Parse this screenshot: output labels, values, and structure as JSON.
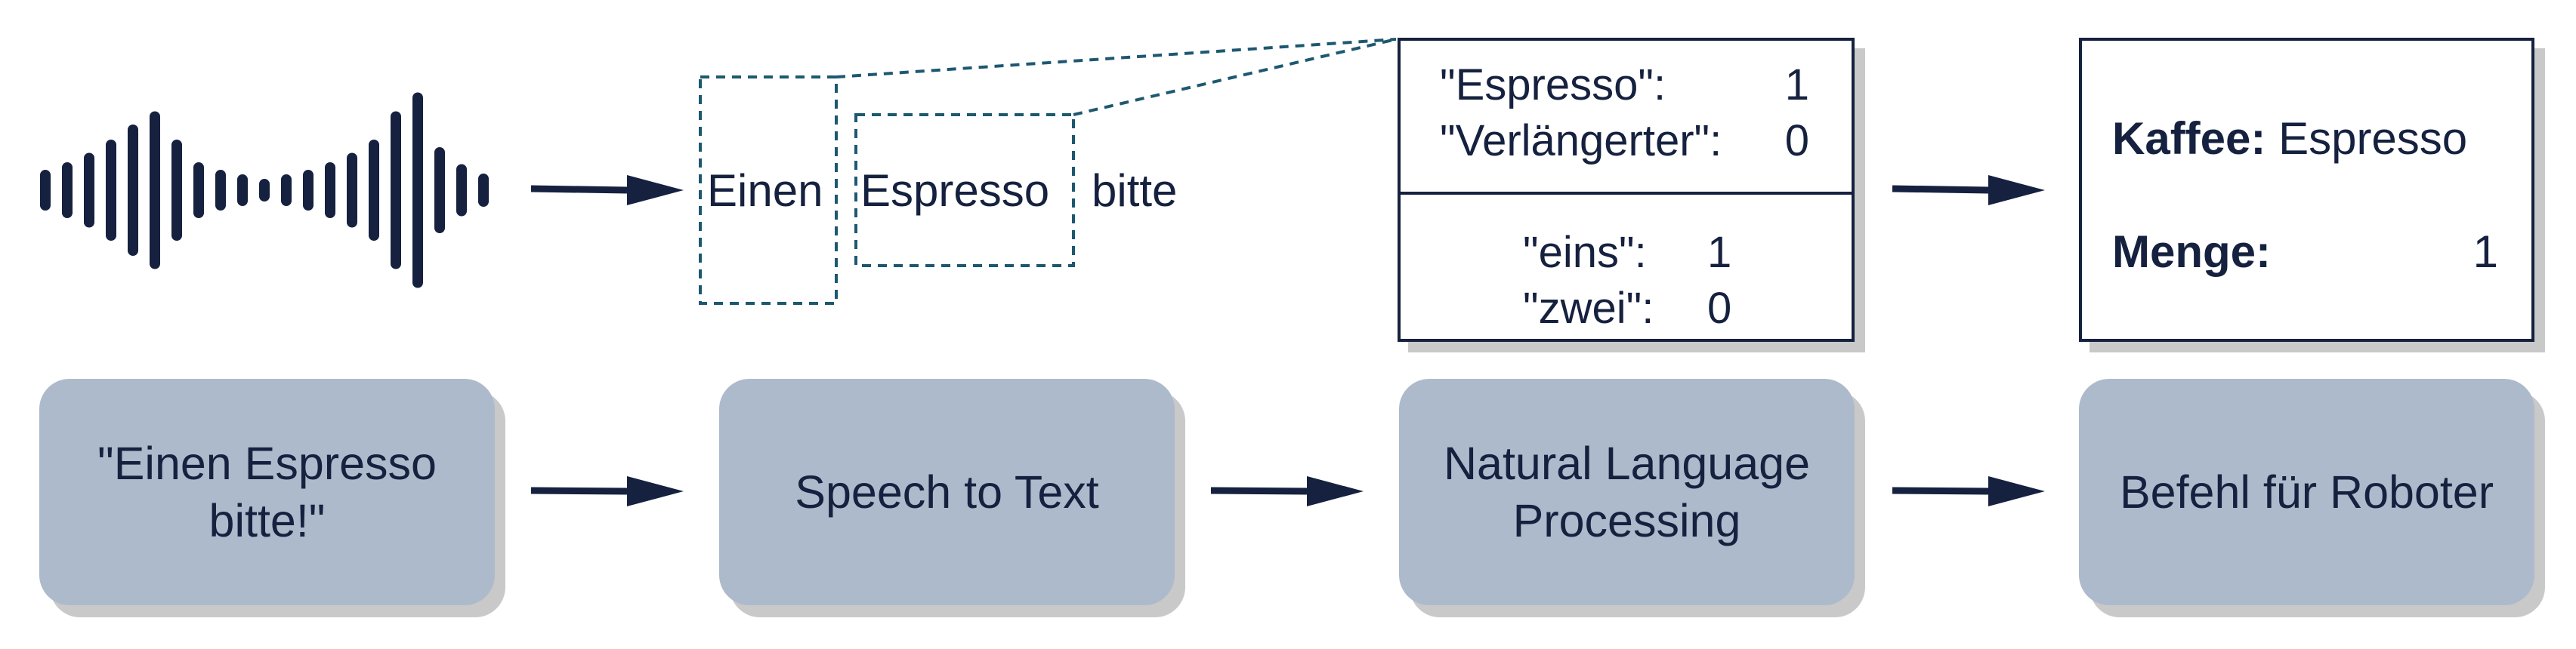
{
  "pipeline": [
    {
      "label": "\"Einen Espresso\nbitte!\""
    },
    {
      "label": "Speech to Text"
    },
    {
      "label": "Natural Language\nProcessing"
    },
    {
      "label": "Befehl für Roboter"
    }
  ],
  "transcript": {
    "words": [
      "Einen",
      "Espresso",
      "bitte"
    ]
  },
  "nlp_scores": {
    "coffee": [
      {
        "key": "\"Espresso\":",
        "value": "1"
      },
      {
        "key": "\"Verlängerter\":",
        "value": "0"
      }
    ],
    "quantity": [
      {
        "key": "\"eins\":",
        "value": "1"
      },
      {
        "key": "\"zwei\":",
        "value": "0"
      }
    ]
  },
  "command": {
    "rows": [
      {
        "key": "Kaffee:",
        "value": "Espresso"
      },
      {
        "key": "Menge:",
        "value": "1"
      }
    ]
  },
  "colors": {
    "navy": "#15213f",
    "stage_fill": "#adbacb",
    "dashed": "#1d5870",
    "shadow": "#c9c9c9"
  }
}
